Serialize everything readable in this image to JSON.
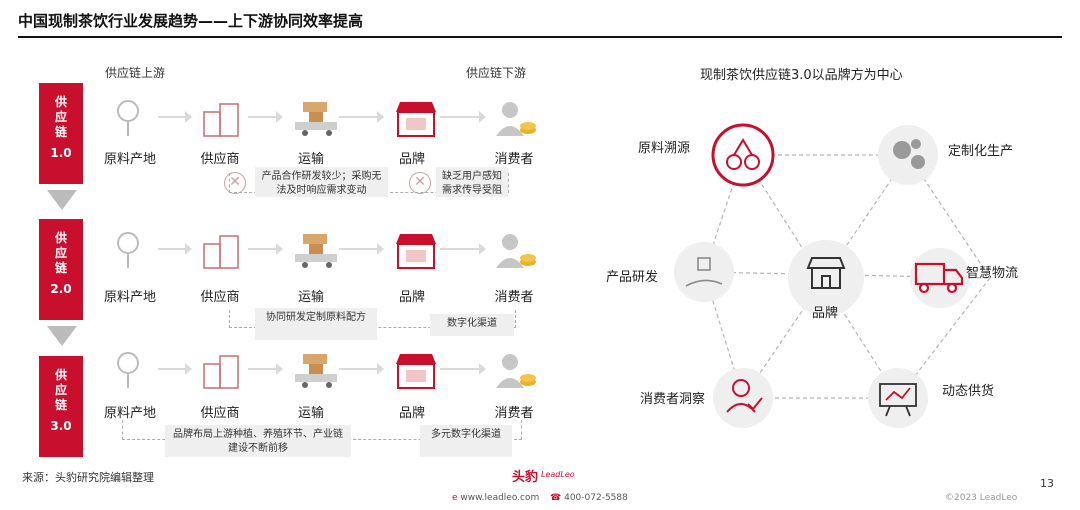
{
  "title": "中国现制茶饮行业发展趋势——上下游协同效率提高",
  "left": {
    "upstream": "供应链上游",
    "downstream": "供应链下游",
    "stages": [
      {
        "name": "供应链",
        "version": "1.0"
      },
      {
        "name": "供应链",
        "version": "2.0"
      },
      {
        "name": "供应链",
        "version": "3.0"
      }
    ],
    "nodes": [
      "原料产地",
      "供应商",
      "运输",
      "品牌",
      "消费者"
    ],
    "notes_1": [
      "产品合作研发较少；采购无法及时响应需求变动",
      "缺乏用户感知需求传导受阻"
    ],
    "notes_2": [
      "协同研发定制原料配方",
      "数字化渠道"
    ],
    "notes_3": [
      "品牌布局上游种植、养殖环节、产业链建设不断前移",
      "多元数字化渠道"
    ]
  },
  "right": {
    "title": "现制茶饮供应链3.0以品牌方为中心",
    "center": "品牌",
    "items": [
      "原料溯源",
      "定制化生产",
      "产品研发",
      "智慧物流",
      "消费者洞察",
      "动态供货"
    ]
  },
  "footer": {
    "source": "来源：头豹研究院编辑整理",
    "brand": "头豹",
    "brand_sub": "LeadLeo",
    "site": "www.leadleo.com",
    "phone": "400-072-5588",
    "copyright": "©2023 LeadLeo",
    "page": "13"
  },
  "colors": {
    "accent": "#c8102e",
    "gray": "#bdbdbd"
  }
}
